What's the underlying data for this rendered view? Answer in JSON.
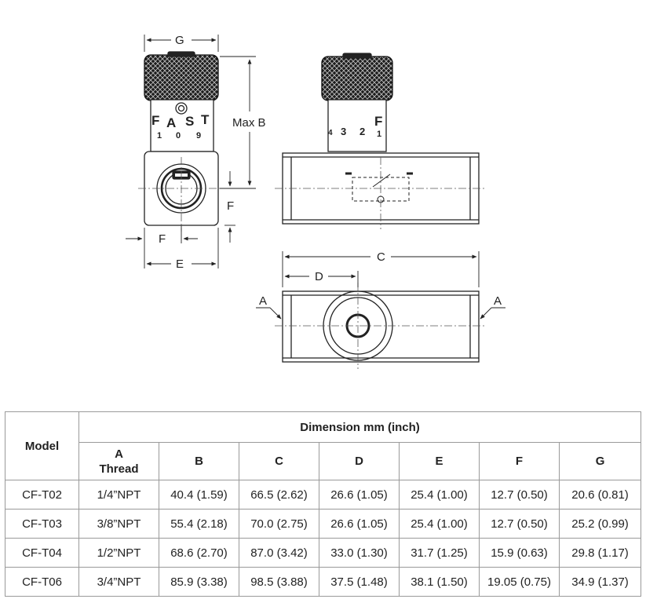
{
  "drawing": {
    "dims": {
      "g": "G",
      "max_b": "Max B",
      "f_right": "F",
      "f_bottom": "F",
      "e": "E",
      "c": "C",
      "d": "D",
      "a_left": "A",
      "a_right": "A"
    },
    "scale_front": [
      "F",
      "A",
      "S",
      "T"
    ],
    "scale_front_numbers": [
      "1",
      "0",
      "9"
    ],
    "scale_side_numbers": [
      "4",
      "3",
      "2",
      "1"
    ],
    "scale_side_letter": "F"
  },
  "table": {
    "model_header": "Model",
    "group_header": "Dimension mm (inch)",
    "a_header_line1": "A",
    "a_header_line2": "Thread",
    "columns": [
      "B",
      "C",
      "D",
      "E",
      "F",
      "G"
    ],
    "rows": [
      {
        "model": "CF-T02",
        "a": "1/4”NPT",
        "b": "40.4 (1.59)",
        "c": "66.5 (2.62)",
        "d": "26.6 (1.05)",
        "e": "25.4 (1.00)",
        "f": "12.7 (0.50)",
        "g": "20.6 (0.81)"
      },
      {
        "model": "CF-T03",
        "a": "3/8”NPT",
        "b": "55.4 (2.18)",
        "c": "70.0 (2.75)",
        "d": "26.6 (1.05)",
        "e": "25.4 (1.00)",
        "f": "12.7 (0.50)",
        "g": "25.2 (0.99)"
      },
      {
        "model": "CF-T04",
        "a": "1/2”NPT",
        "b": "68.6 (2.70)",
        "c": "87.0 (3.42)",
        "d": "33.0 (1.30)",
        "e": "31.7 (1.25)",
        "f": "15.9 (0.63)",
        "g": "29.8 (1.17)"
      },
      {
        "model": "CF-T06",
        "a": "3/4”NPT",
        "b": "85.9 (3.38)",
        "c": "98.5 (3.88)",
        "d": "37.5 (1.48)",
        "e": "38.1 (1.50)",
        "f": "19.05 (0.75)",
        "g": "34.9 (1.37)"
      }
    ]
  }
}
